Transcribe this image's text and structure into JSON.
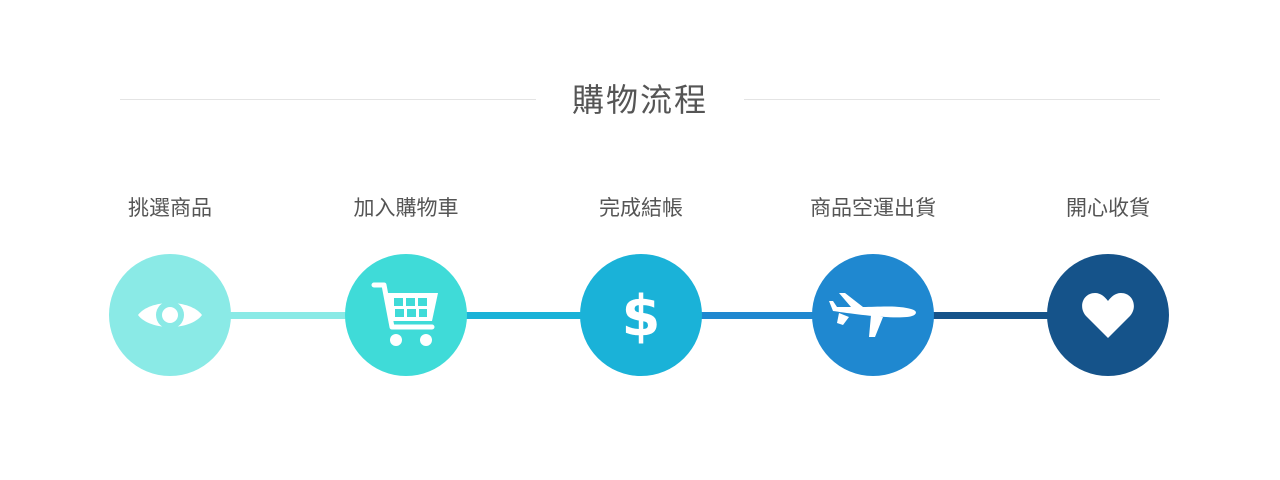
{
  "header": {
    "title": "購物流程"
  },
  "steps": [
    {
      "label": "挑選商品",
      "icon": "eye-icon",
      "color": "#8aeae6"
    },
    {
      "label": "加入購物車",
      "icon": "shopping-cart-icon",
      "color": "#3fdbd8"
    },
    {
      "label": "完成結帳",
      "icon": "dollar-icon",
      "color": "#1ab2d8"
    },
    {
      "label": "商品空運出貨",
      "icon": "airplane-icon",
      "color": "#1f88d0"
    },
    {
      "label": "開心收貨",
      "icon": "heart-icon",
      "color": "#15538a"
    }
  ],
  "connectors": [
    {
      "color": "#8aeae6"
    },
    {
      "color": "#1ab2d8"
    },
    {
      "color": "#1f88d0"
    },
    {
      "color": "#15538a"
    }
  ],
  "colors": {
    "title_text": "#555555",
    "divider": "#e4e4e4",
    "icon_fill": "#ffffff"
  }
}
